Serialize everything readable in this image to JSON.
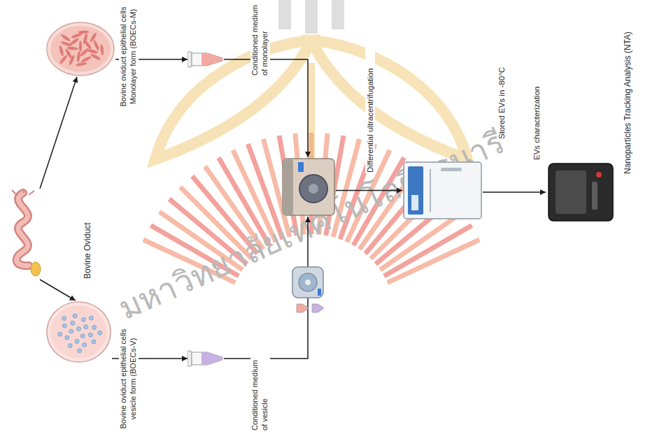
{
  "diagram": {
    "nodes": [
      {
        "text": [
          "Bovine Oviduct"
        ]
      },
      {
        "text": [
          "Bovine oviduct epithelial cells Monolayer form (BOECs-M)"
        ]
      },
      {
        "text": [
          "Conditioned medium of monolayer"
        ]
      },
      {
        "text": [
          "Bovine oviduct epithelial cells vesicle form (BOECs-V)"
        ]
      },
      {
        "text": [
          "Conditioned medium of vesicle"
        ]
      },
      {
        "text": [
          "Differential ultracentrifugation"
        ]
      },
      {
        "text": [
          "Stored EVs in -80°C"
        ]
      },
      {
        "text": [
          "Nanoparticles Tracking Analysis (NTA)"
        ]
      }
    ],
    "edges": [
      {
        "from": 0,
        "to": 1,
        "arrow": "to"
      },
      {
        "from": 0,
        "to": 3,
        "arrow": "to"
      },
      {
        "from": 1,
        "to": 2,
        "arrow": "to"
      },
      {
        "from": 3,
        "to": 4,
        "arrow": "to"
      },
      {
        "from": 2,
        "to": 5,
        "arrow": "to"
      },
      {
        "from": 4,
        "to": 5,
        "arrow": "to"
      },
      {
        "from": 5,
        "to": 6,
        "arrow": "to"
      },
      {
        "from": 6,
        "to": 7,
        "label": "EVs characterization",
        "arrow": "to"
      }
    ],
    "labels": [
      "มหาวิทยาลัยเทคโนโลยีสุรนารี"
    ]
  }
}
